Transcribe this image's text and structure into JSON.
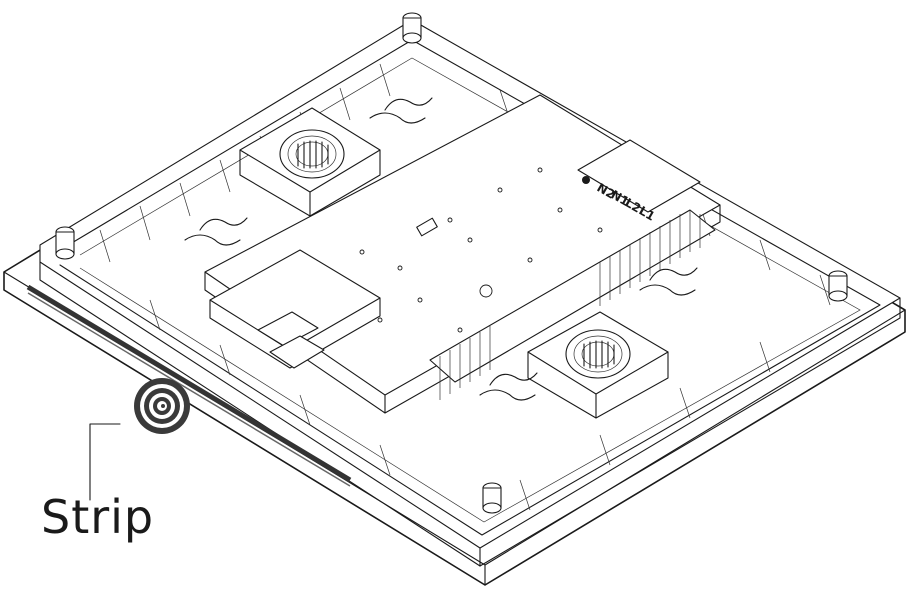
{
  "labels": {
    "strip": "Strip",
    "terminal": [
      "N2",
      "N1",
      "L2",
      "L1"
    ]
  },
  "colors": {
    "line": "#1a1a1a",
    "background": "#ffffff"
  }
}
